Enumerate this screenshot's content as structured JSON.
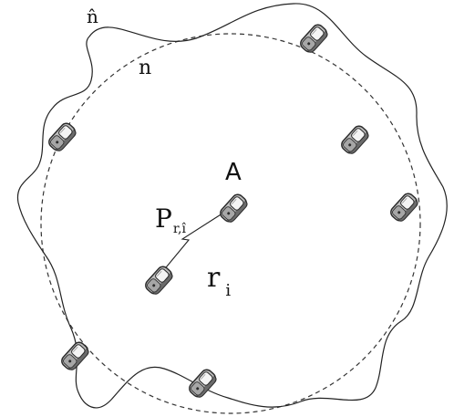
{
  "labels": {
    "n_hat": "n̂",
    "n": "n",
    "node_a": "A",
    "p_main": "P",
    "p_sub": "r,î",
    "r_main": "r",
    "r_sub": "i"
  },
  "icons": {
    "device": "mobile-phone-icon"
  },
  "colors": {
    "line": "#222222",
    "device_fill": "#b8b8b8",
    "device_dark": "#4a4a4a",
    "screen": "#f2f2f2"
  }
}
